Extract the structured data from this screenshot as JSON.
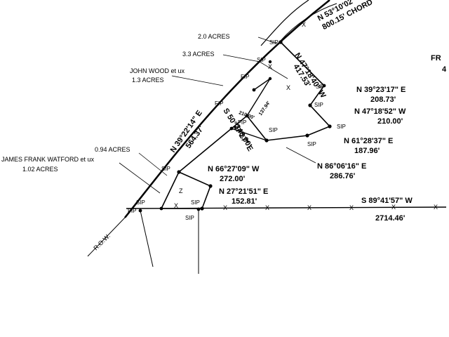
{
  "tracts": {
    "acres_2_0": "2.0 ACRES",
    "acres_3_3": "3.3 ACRES",
    "john_wood": "JOHN WOOD  et ux",
    "john_wood_acres": "1.3 ACRES",
    "acres_0_94": "0.94 ACRES",
    "watford": "JAMES FRANK WATFORD  et ux",
    "watford_acres": "1.02 ACRES"
  },
  "calls": {
    "c1_brg": "N 53°10'02\"",
    "c1_dist": "800.15' CHORD",
    "c2_brg": "N 47°18'40\" W",
    "c2_dist": "417.53'",
    "c3_brg": "N 39°23'17\" E",
    "c3_dist": "208.73'",
    "c4_brg": "N 47°18'52\" W",
    "c4_dist": "210.00'",
    "c5_brg": "N 61°28'37\" E",
    "c5_dist": "187.96'",
    "c6_brg": "N 86°06'16\" E",
    "c6_dist": "286.76'",
    "c7_brg": "N 39°22'14\" E",
    "c7_dist": "564.37'",
    "c8_brg": "S 50°27'27\" E",
    "c8_dist": "348.00'",
    "c9_brg": "N 66°27'09\" W",
    "c9_dist": "272.00'",
    "c10_brg": "N 27°21'51\" E",
    "c10_dist": "152.81'",
    "c11_brg": "S 89°41'57\" W",
    "c11_dist": "2714.46'",
    "short_210": "210.00'",
    "short_137": "137.94'"
  },
  "pins": {
    "sip": "SIP",
    "fip": "FIP"
  },
  "marks": {
    "row": "R.O.W.",
    "x": "X",
    "z": "Z",
    "corner_fr": "FR",
    "corner_4": "4"
  }
}
